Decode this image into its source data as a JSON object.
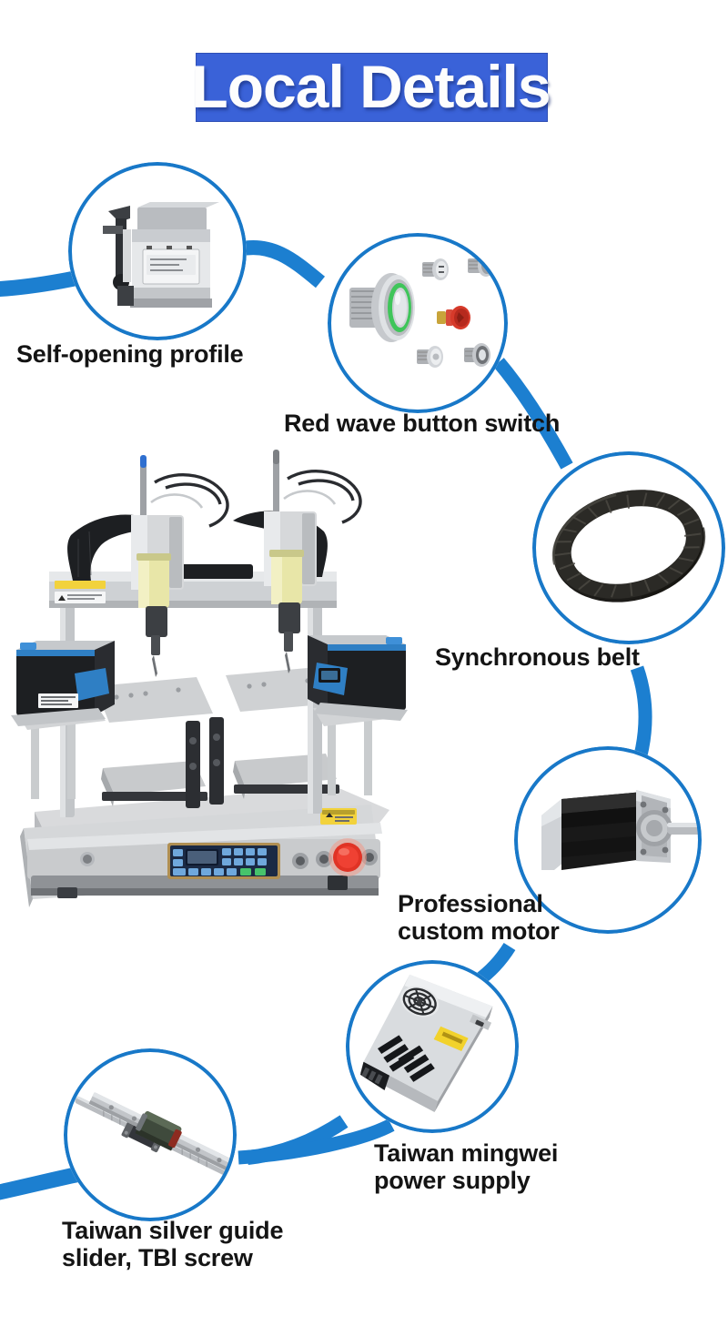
{
  "page": {
    "title": "Local Details",
    "background": "#ffffff"
  },
  "theme": {
    "banner_blue": "#3a62d8",
    "ribbon_blue": "#1c7fd0",
    "ring_blue": "#1878c8",
    "label_color": "#141414",
    "title_color": "#fdfdfd"
  },
  "callouts": [
    {
      "id": "self-opening-profile",
      "label": "Self-opening profile",
      "component": "aluminum-profile"
    },
    {
      "id": "red-wave-button-switch",
      "label": "Red wave button switch",
      "component": "push-button-switch"
    },
    {
      "id": "synchronous-belt",
      "label": "Synchronous belt",
      "component": "timing-belt"
    },
    {
      "id": "professional-custom-motor",
      "label": "Professional\ncustom motor",
      "component": "stepper-motor"
    },
    {
      "id": "taiwan-mingwei-power-supply",
      "label": "Taiwan mingwei\npower  supply",
      "component": "switching-power-supply"
    },
    {
      "id": "taiwan-silver-guide-slider",
      "label": "Taiwan silver guide\nslider, TBl screw",
      "component": "linear-guide-and-ball-screw"
    }
  ],
  "machine": {
    "name": "automatic-screw-fastening-machine",
    "description": "Dual-head gantry screw locking machine"
  }
}
